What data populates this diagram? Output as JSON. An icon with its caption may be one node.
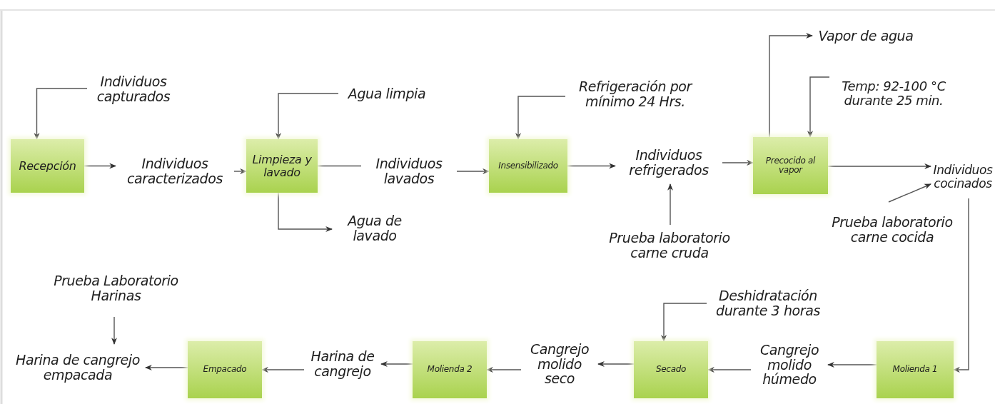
{
  "diagram": {
    "nodes": [
      {
        "text": [
          "Recepción"
        ]
      },
      {
        "text": [
          "Individuos capturados"
        ]
      },
      {
        "text": [
          "Individuos caracterizados"
        ]
      },
      {
        "text": [
          "Limpieza y lavado"
        ]
      },
      {
        "text": [
          "Agua limpia"
        ]
      },
      {
        "text": [
          "Individuos lavados"
        ]
      },
      {
        "text": [
          "Agua de lavado"
        ]
      },
      {
        "text": [
          "Insensibilizado"
        ]
      },
      {
        "text": [
          "Refrigeración por mínimo 24 Hrs."
        ]
      },
      {
        "text": [
          "Individuos refrigerados"
        ]
      },
      {
        "text": [
          "Prueba laboratorio carne cruda"
        ]
      },
      {
        "text": [
          "Precocido al vapor"
        ]
      },
      {
        "text": [
          "Vapor de agua"
        ]
      },
      {
        "text": [
          "Temp: 92-100 °C durante 25 min."
        ]
      },
      {
        "text": [
          "Individuos cocinados"
        ]
      },
      {
        "text": [
          "Prueba laboratorio carne cocida"
        ]
      },
      {
        "text": [
          "Molienda 1"
        ]
      },
      {
        "text": [
          "Cangrejo molido húmedo"
        ]
      },
      {
        "text": [
          "Secado"
        ]
      },
      {
        "text": [
          "Deshidratación durante 3 horas"
        ]
      },
      {
        "text": [
          "Cangrejo molido seco"
        ]
      },
      {
        "text": [
          "Molienda 2"
        ]
      },
      {
        "text": [
          "Harina de cangrejo"
        ]
      },
      {
        "text": [
          "Empacado"
        ]
      },
      {
        "text": [
          "Prueba Laboratorio Harinas"
        ]
      },
      {
        "text": [
          "Harina de cangrejo empacada"
        ]
      }
    ],
    "edges": [
      {
        "from": 1,
        "to": 0,
        "arrow": "to"
      },
      {
        "from": 0,
        "to": 2,
        "arrow": "to"
      },
      {
        "from": 2,
        "to": 3,
        "arrow": "to"
      },
      {
        "from": 4,
        "to": 3,
        "arrow": "to"
      },
      {
        "from": 3,
        "to": 5,
        "arrow": "none"
      },
      {
        "from": 3,
        "to": 6,
        "arrow": "to"
      },
      {
        "from": 5,
        "to": 7,
        "arrow": "to"
      },
      {
        "from": 8,
        "to": 7,
        "arrow": "to"
      },
      {
        "from": 7,
        "to": 9,
        "arrow": "to"
      },
      {
        "from": 10,
        "to": 9,
        "arrow": "to"
      },
      {
        "from": 9,
        "to": 11,
        "arrow": "to"
      },
      {
        "from": 11,
        "to": 12,
        "arrow": "to"
      },
      {
        "from": 13,
        "to": 11,
        "arrow": "to"
      },
      {
        "from": 11,
        "to": 14,
        "arrow": "to"
      },
      {
        "from": 15,
        "to": 14,
        "arrow": "to"
      },
      {
        "from": 14,
        "to": 16,
        "arrow": "to"
      },
      {
        "from": 16,
        "to": 17,
        "arrow": "to"
      },
      {
        "from": 17,
        "to": 18,
        "arrow": "to"
      },
      {
        "from": 19,
        "to": 18,
        "arrow": "to"
      },
      {
        "from": 18,
        "to": 20,
        "arrow": "to"
      },
      {
        "from": 20,
        "to": 21,
        "arrow": "to"
      },
      {
        "from": 21,
        "to": 22,
        "arrow": "to"
      },
      {
        "from": 22,
        "to": 23,
        "arrow": "to"
      },
      {
        "from": 23,
        "to": 25,
        "arrow": "to"
      },
      {
        "from": 24,
        "to": 25,
        "arrow": "to"
      }
    ]
  }
}
